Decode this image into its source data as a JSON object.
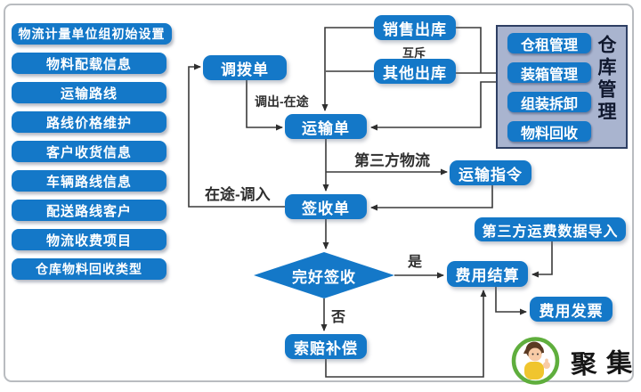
{
  "sidebar": {
    "items": [
      {
        "label": "物流计量单位组初始设置"
      },
      {
        "label": "物料配载信息"
      },
      {
        "label": "运输路线"
      },
      {
        "label": "路线价格维护"
      },
      {
        "label": "客户收货信息"
      },
      {
        "label": "车辆路线信息"
      },
      {
        "label": "配送路线客户"
      },
      {
        "label": "物流收费项目"
      },
      {
        "label": "仓库物料回收类型"
      }
    ]
  },
  "flow": {
    "nodes": {
      "transfer_order": "调拨单",
      "sales_outbound": "销售出库",
      "other_outbound": "其他出库",
      "transport_order": "运输单",
      "sign_receipt": "签收单",
      "transport_instruction": "运输指令",
      "intact_check": "完好签收",
      "claim_compensation": "索赔补偿",
      "freight_data_import": "第三方运费数据导入",
      "expense_settlement": "费用结算",
      "expense_invoice": "费用发票"
    },
    "edge_labels": {
      "mutual_exclusion": "互斥",
      "transfer_out_in_transit": "调出-在途",
      "in_transit_transfer_in": "在途-调入",
      "third_party_logistics": "第三方物流",
      "yes": "是",
      "no": "否"
    }
  },
  "warehouse_panel": {
    "title": "仓库管理",
    "items": [
      {
        "label": "仓租管理"
      },
      {
        "label": "装箱管理"
      },
      {
        "label": "组装拆卸"
      },
      {
        "label": "物料回收"
      }
    ]
  },
  "watermark": {
    "text": "聚集号"
  },
  "colors": {
    "accent_blue": "#1478c8",
    "panel_bg": "#a9b4cf",
    "panel_border": "#2e3f63",
    "connector": "#3a3a3a",
    "watermark_green": "#5fae3d"
  }
}
